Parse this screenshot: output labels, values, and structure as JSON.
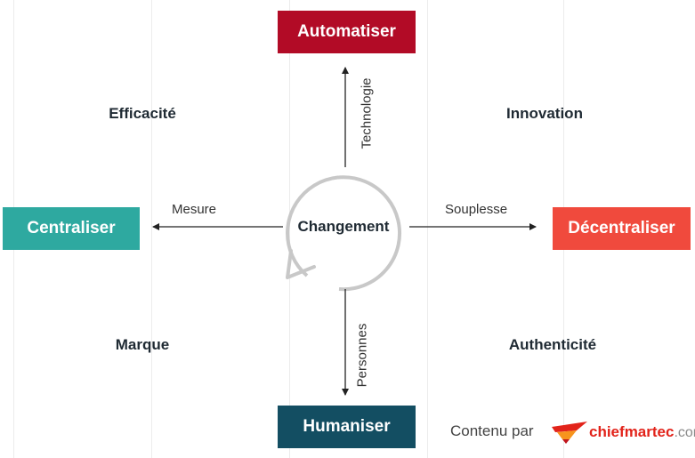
{
  "colors": {
    "top": "#b20b26",
    "bottom": "#134e62",
    "left": "#2ea9a0",
    "right": "#f04a3d",
    "arrow": "#222222",
    "circle": "#c8c8c8",
    "logo_red": "#e2231a",
    "logo_orange": "#f7941d",
    "logo_gray": "#8a8a8a"
  },
  "diagram": {
    "top_box": "Automatiser",
    "bottom_box": "Humaniser",
    "left_box": "Centraliser",
    "right_box": "Décentraliser",
    "center": "Changement",
    "axis_up": "Technologie",
    "axis_down": "Personnes",
    "axis_left": "Mesure",
    "axis_right": "Souplesse",
    "quad_tl": "Efficacité",
    "quad_tr": "Innovation",
    "quad_bl": "Marque",
    "quad_br": "Authenticité"
  },
  "credit": {
    "text": "Contenu par",
    "logo_a": "chief",
    "logo_b": "martec",
    "logo_c": ".com",
    "icon": "chiefmartec-hat-icon"
  }
}
